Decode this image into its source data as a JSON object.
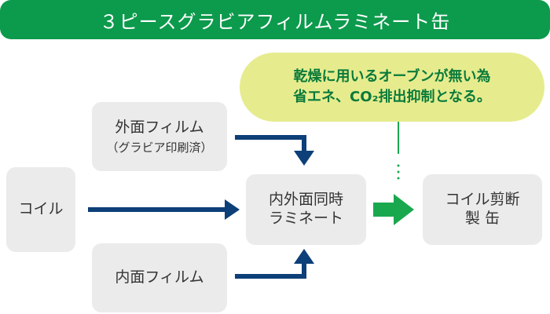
{
  "title": "３ピースグラビアフィルムラミネート缶",
  "boxes": {
    "coil": "コイル",
    "outer_film": "外面フィルム",
    "outer_film_sub": "（グラビア印刷済）",
    "inner_film": "内面フィルム",
    "lamination_line1": "内外面同時",
    "lamination_line2": "ラミネート",
    "coil_cut_line1": "コイル剪断",
    "coil_cut_line2": "製 缶"
  },
  "note": {
    "line1": "乾燥に用いるオーブンが無い為",
    "line2": "省エネ、CO₂排出抑制となる。"
  },
  "colors": {
    "banner": "#0c9a4c",
    "box": "#ebebeb",
    "arrow_navy": "#0d3f78",
    "arrow_green": "#1aa84f",
    "note_bg": "#e6ec8e",
    "note_text": "#0a7a3a"
  }
}
